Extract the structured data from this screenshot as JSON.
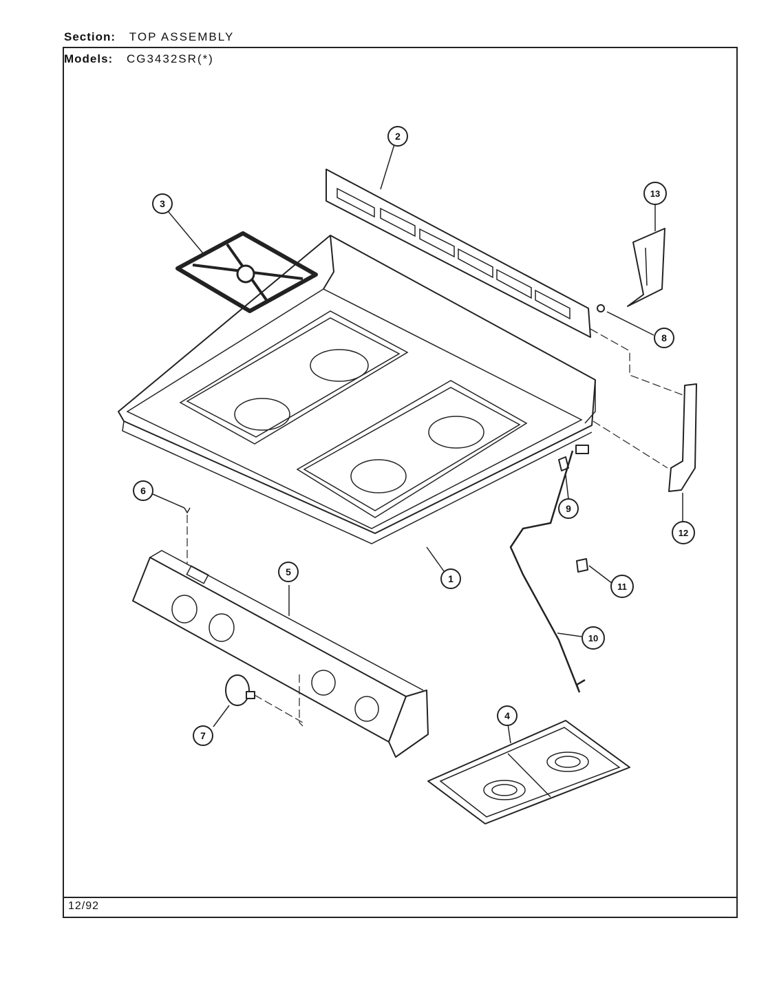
{
  "header": {
    "section_label": "Section:",
    "section_value": "TOP ASSEMBLY",
    "models_label": "Models:",
    "models_value": "CG3432SR(*)"
  },
  "footer": {
    "date": "12/92"
  },
  "callouts": [
    "1",
    "2",
    "3",
    "4",
    "5",
    "6",
    "7",
    "8",
    "9",
    "10",
    "11",
    "12",
    "13"
  ]
}
